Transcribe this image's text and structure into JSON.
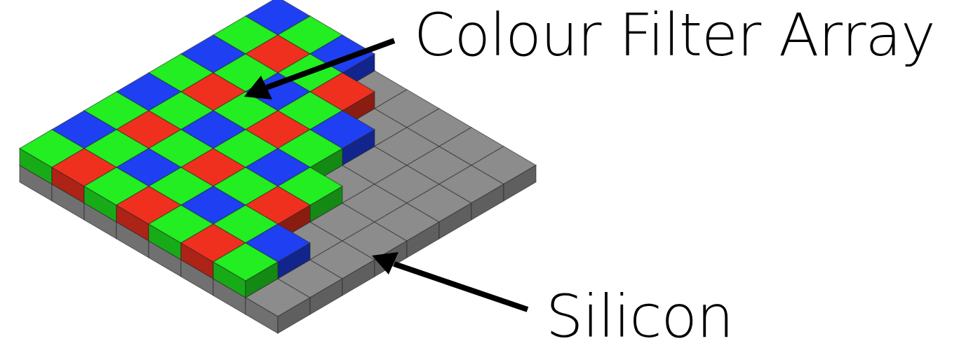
{
  "labels": {
    "color_filter_array": "Colour Filter Array",
    "silicon": "Silicon"
  },
  "colors": {
    "red": "#f0301e",
    "green": "#22ee22",
    "blue": "#1f3ff2",
    "silicon": "#8c8c8c",
    "arrow": "#000000"
  },
  "pattern": [
    "G",
    "R",
    "B",
    "G"
  ]
}
